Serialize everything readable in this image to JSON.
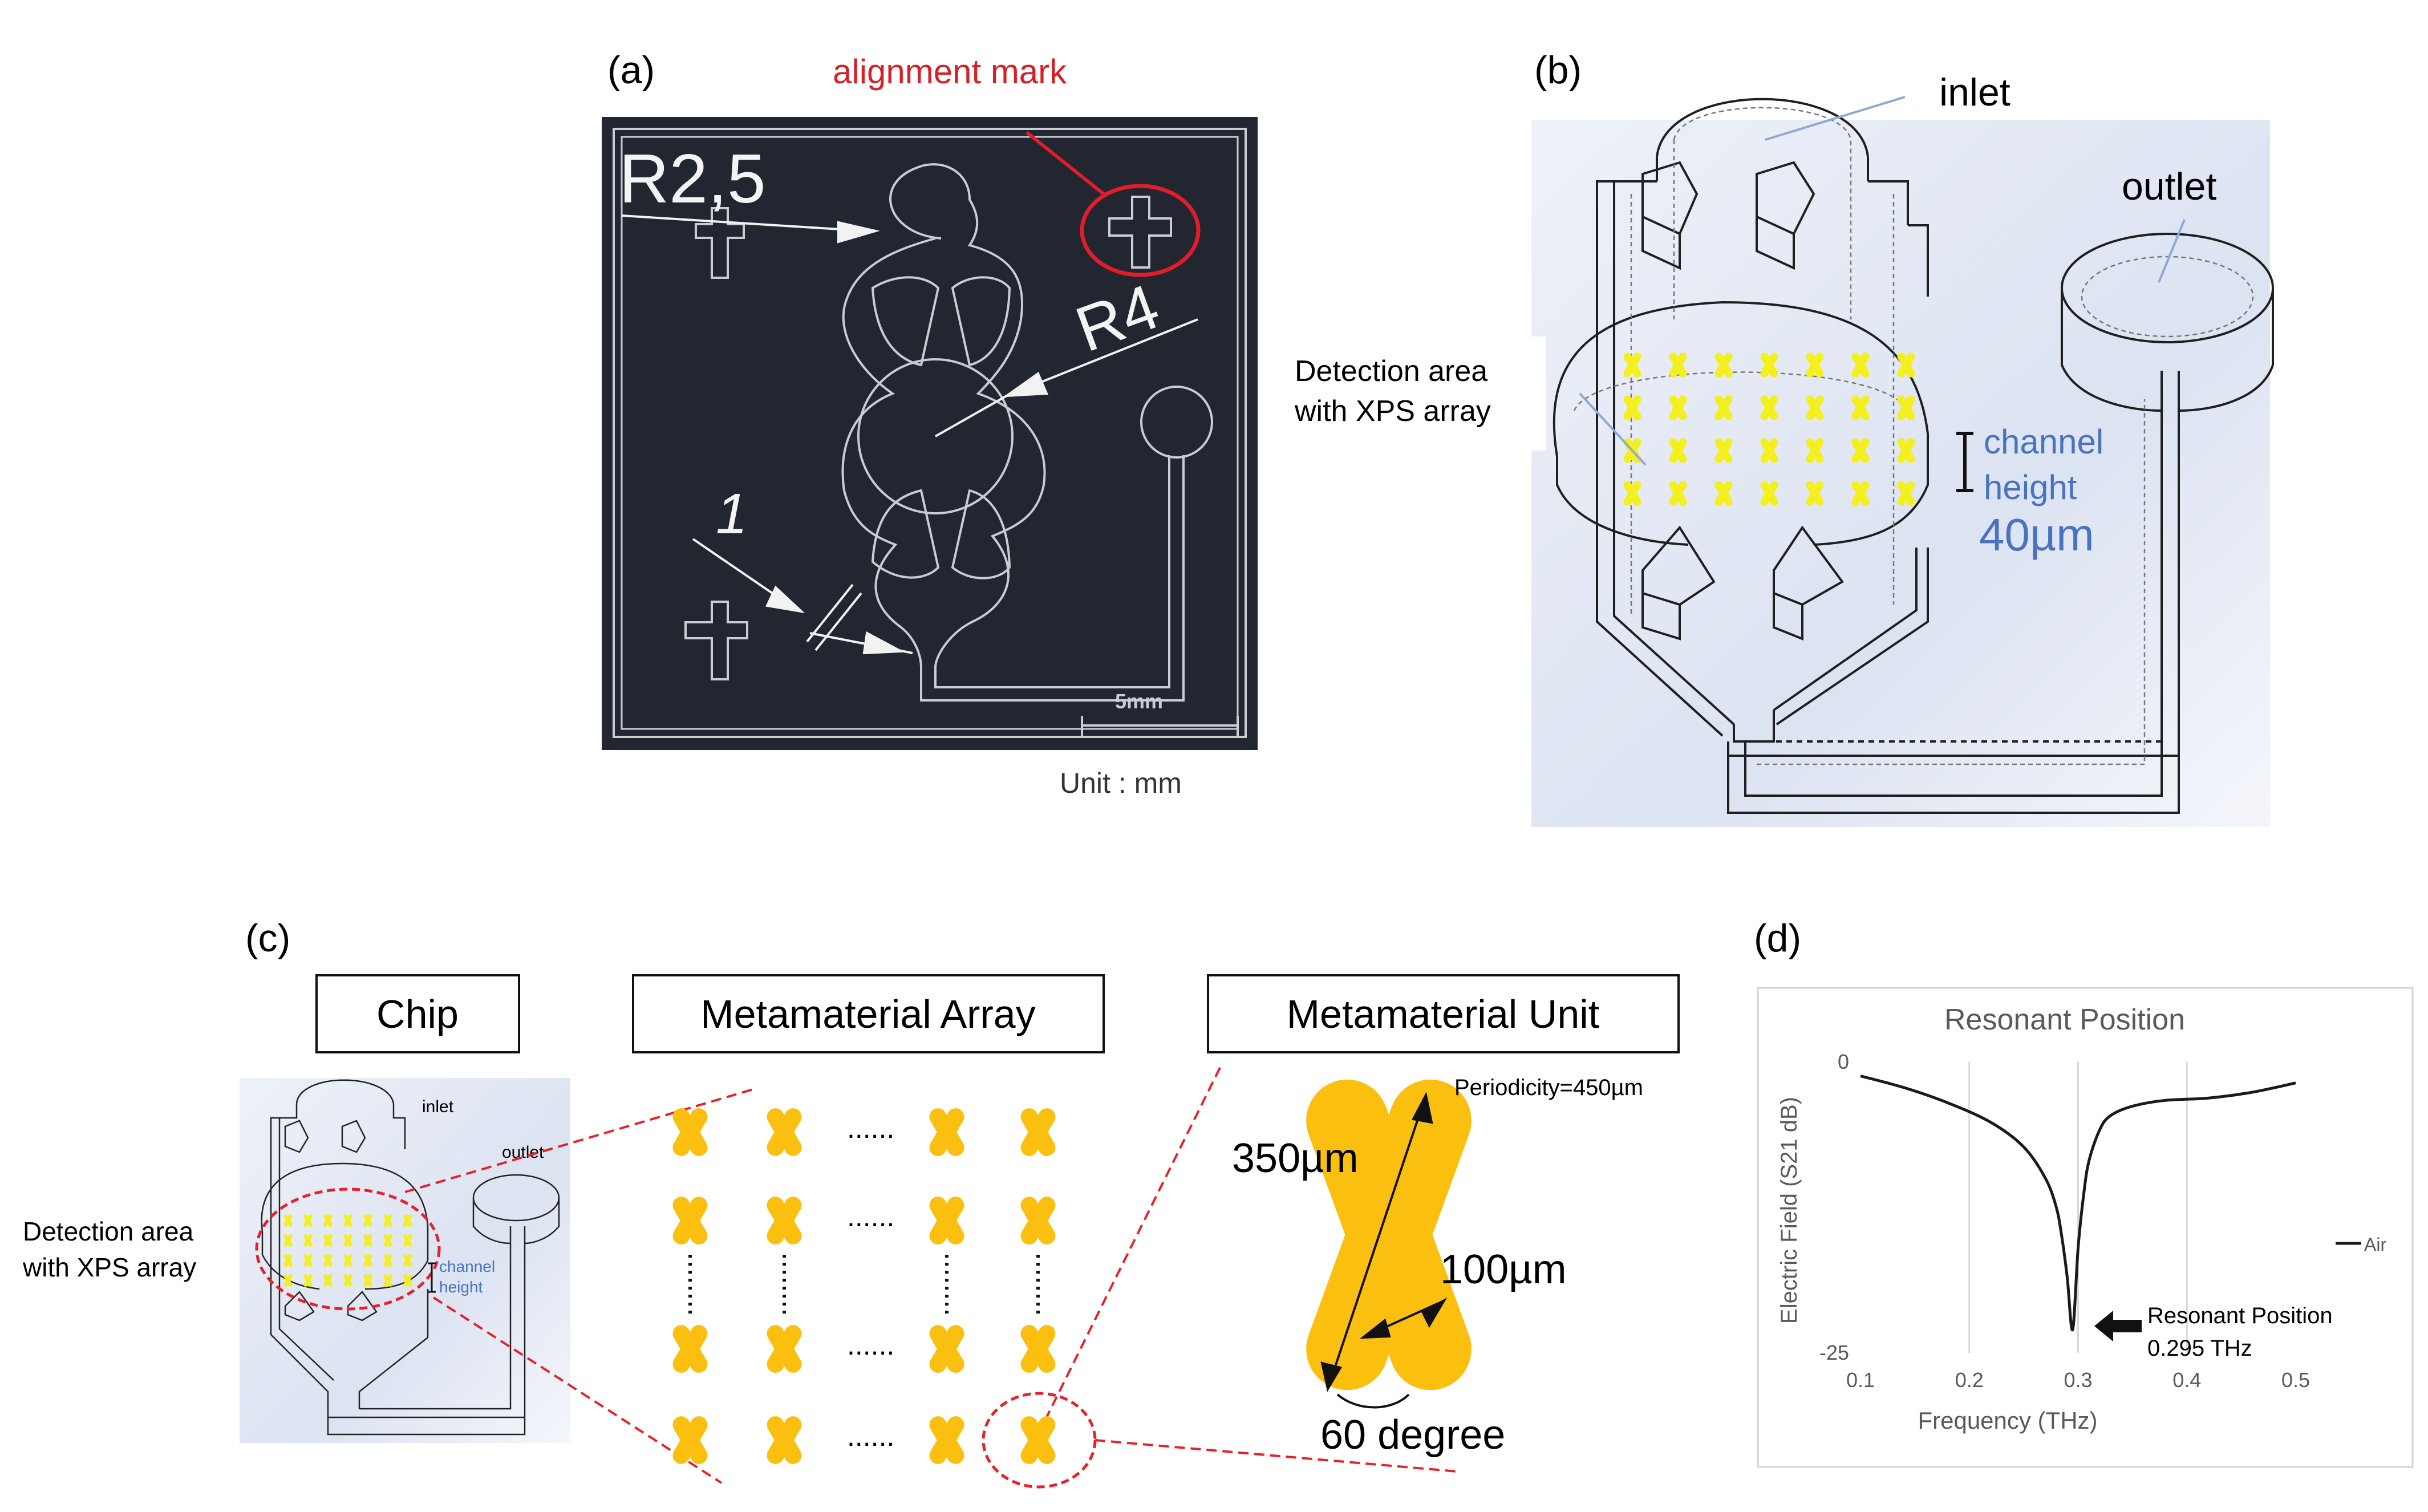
{
  "panel_a": {
    "label": "(a)",
    "alignment_mark": "alignment mark",
    "dim_r25": "R2,5",
    "dim_r4": "R4",
    "dim_1": "1",
    "scale": "5mm",
    "unit": "Unit : mm"
  },
  "panel_b": {
    "label": "(b)",
    "inlet": "inlet",
    "outlet": "outlet",
    "detection_line1": "Detection area",
    "detection_line2": "with XPS array",
    "channel": "channel",
    "height": "height",
    "height_value": "40µm"
  },
  "panel_c": {
    "label": "(c)",
    "chip_title": "Chip",
    "array_title": "Metamaterial Array",
    "unit_title": "Metamaterial Unit",
    "periodicity": "Periodicity=450µm",
    "length": "350µm",
    "width": "100µm",
    "angle": "60 degree",
    "ellipsis": "......",
    "mini_inlet": "inlet",
    "mini_outlet": "outlet",
    "mini_channel": "channel",
    "mini_height": "height",
    "detection_line1": "Detection area",
    "detection_line2": "with XPS array"
  },
  "panel_d": {
    "label": "(d)",
    "annotation_line1": "Resonant Position",
    "annotation_line2": "0.295 THz"
  },
  "chart_data": {
    "type": "line",
    "title": "Resonant Position",
    "xlabel": "Frequency (THz)",
    "ylabel": "Electric Field (S21 dB)",
    "xlim": [
      0.1,
      0.5
    ],
    "ylim": [
      -25,
      0
    ],
    "x_ticks": [
      "0.1",
      "0.2",
      "0.3",
      "0.4",
      "0.5"
    ],
    "y_ticks": [
      "0",
      "-25"
    ],
    "grid": "vertical",
    "legend": "right",
    "series": [
      {
        "name": "Air",
        "color": "#1a1a1a",
        "x": [
          0.1,
          0.14,
          0.18,
          0.22,
          0.25,
          0.27,
          0.28,
          0.285,
          0.29,
          0.295,
          0.3,
          0.305,
          0.31,
          0.32,
          0.33,
          0.35,
          0.38,
          0.42,
          0.46,
          0.5
        ],
        "y": [
          -1.2,
          -2.2,
          -3.5,
          -5.2,
          -7.3,
          -10,
          -12.5,
          -15,
          -18.5,
          -23,
          -16,
          -11.5,
          -8.5,
          -5.8,
          -4.6,
          -3.8,
          -3.3,
          -3.1,
          -2.6,
          -1.8
        ]
      }
    ]
  },
  "colors": {
    "accent_red": "#e8202a",
    "alignment_red": "#d61f26",
    "gold": "#fbbf10",
    "yellow": "#f4ef1e",
    "blue_text": "#4a72c2",
    "dark_bg": "#212631"
  }
}
